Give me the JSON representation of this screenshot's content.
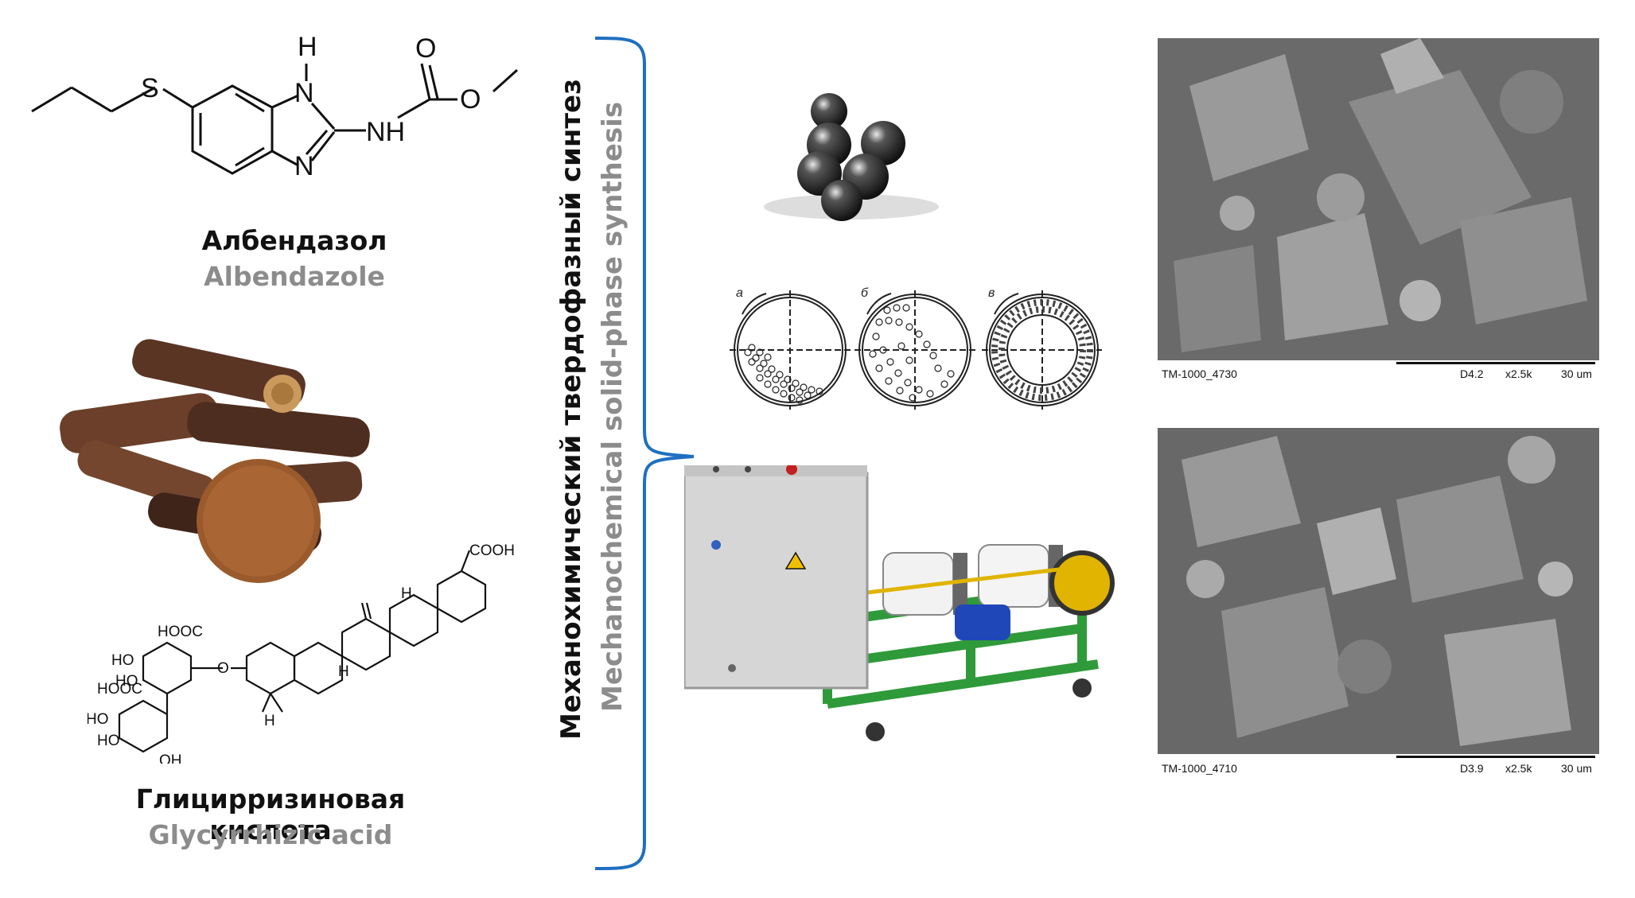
{
  "albendazole": {
    "label_ru": "Албендазол",
    "label_en": "Albendazole",
    "atoms": {
      "h": "H",
      "n1": "N",
      "n2": "N",
      "nh": "NH",
      "s": "S",
      "o1": "O",
      "o2": "O"
    }
  },
  "glycyrrhizic": {
    "label_ru": "Глицирризиновая кислота",
    "label_en": "Glycyrrhizic acid",
    "atoms": {
      "cooh": "COOH",
      "hooc1": "HOOC",
      "hooc2": "HOOC",
      "ho1": "HO",
      "ho2": "HO",
      "ho3": "HO",
      "ho4": "HO",
      "oh": "OH",
      "h1": "H",
      "h2": "H",
      "h3": "H",
      "o": "O"
    }
  },
  "process": {
    "label_ru": "Механохимический твердофазный синтез",
    "label_en": "Mechanochemical solid-phase synthesis"
  },
  "mill_modes": {
    "a": "а",
    "b": "б",
    "c": "в"
  },
  "sem_images": [
    {
      "id": "TM-1000_4730",
      "detector": "D4.2",
      "magnification": "x2.5k",
      "scale": "30 um"
    },
    {
      "id": "TM-1000_4710",
      "detector": "D3.9",
      "magnification": "x2.5k",
      "scale": "30 um"
    }
  ],
  "colors": {
    "bracket": "#1f6fc1",
    "label_gray": "#8c8c8c",
    "machine_green": "#2f9a3a"
  }
}
